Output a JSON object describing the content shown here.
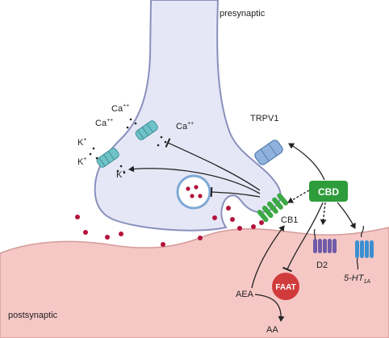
{
  "labels": {
    "presynaptic": "presynaptic",
    "postsynaptic": "postsynaptic",
    "ca_1": "Ca",
    "ca_1_sup": "++",
    "ca_2": "Ca",
    "ca_2_sup": "++",
    "ca_3": "Ca",
    "ca_3_sup": "++",
    "k_1": "K",
    "k_1_sup": "+",
    "k_2": "K",
    "k_2_sup": "+",
    "k_3": "K",
    "k_3_sup": "+",
    "trpv1": "TRPV1",
    "cbd": "CBD",
    "cb1": "CB1",
    "d2": "D2",
    "ht_prefix": "5-HT",
    "ht_sub": "1A",
    "faat": "FAAT",
    "aea": "AEA",
    "aa": "AA"
  },
  "colors": {
    "neuron_fill": "#e6e7f6",
    "neuron_stroke": "#8a90bd",
    "postsynaptic_fill": "#f5c8c6",
    "postsynaptic_stroke": "#d49a98",
    "cbd_green": "#2e9c3a",
    "cb1_green": "#3da944",
    "trpv1_blue": "#8fb2dc",
    "d2_purple": "#6f5ba8",
    "ht_blue": "#3b8fd0",
    "faat_red": "#d23b3b",
    "ion_channel": "#6fc3c8",
    "vesicle_dots": "#b3123b"
  }
}
